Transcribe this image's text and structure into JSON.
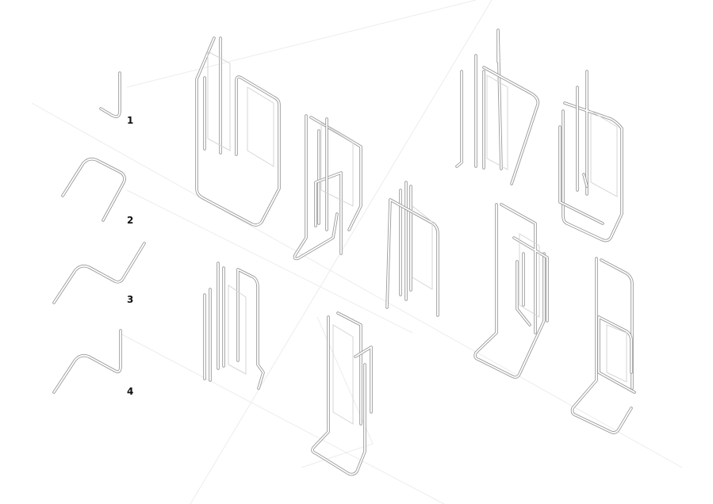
{
  "legend": {
    "items": [
      {
        "number": "1",
        "shape": "l-bend-wire"
      },
      {
        "number": "2",
        "shape": "u-bend-wire"
      },
      {
        "number": "3",
        "shape": "z-bend-wire"
      },
      {
        "number": "4",
        "shape": "z-bend-vertical-wire"
      }
    ]
  },
  "colors": {
    "wire_outline": "#9a9a9a",
    "wire_fill": "#ffffff",
    "guide": "#ececec",
    "label": "#111111"
  }
}
